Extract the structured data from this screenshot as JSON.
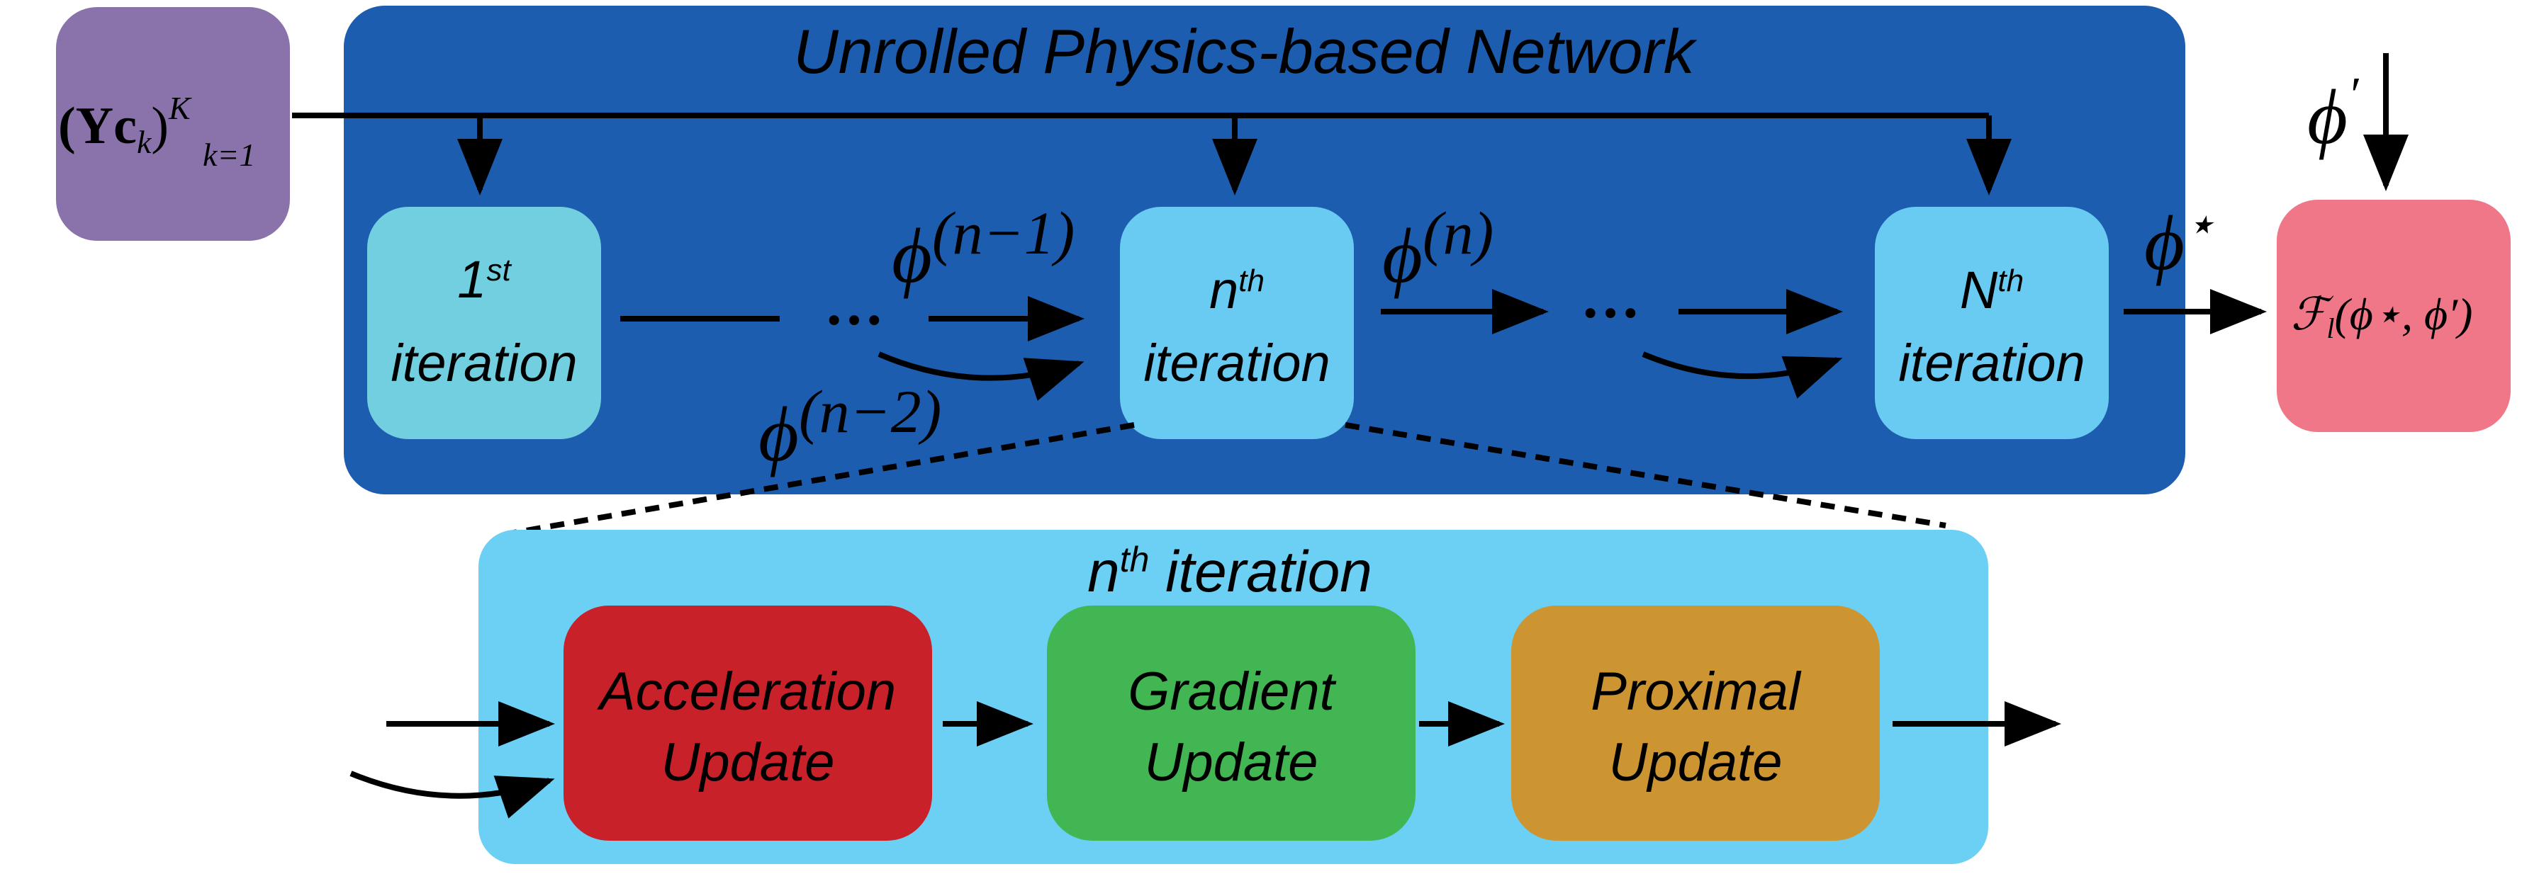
{
  "diagram": {
    "title": "Unrolled Physics-based Network",
    "input": {
      "main": "(Yc",
      "sub": "k",
      "close": ")",
      "sup": "K",
      "lower": "k=1"
    },
    "iterations": [
      {
        "number": "1",
        "suffix": "st",
        "word": "iteration"
      },
      {
        "number": "n",
        "suffix": "th",
        "word": "iteration"
      },
      {
        "number": "N",
        "suffix": "th",
        "word": "iteration"
      }
    ],
    "ellipsis": "•••",
    "labels": {
      "phi_n_minus_1": {
        "base": "ϕ",
        "sup": "(n−1)"
      },
      "phi_n": {
        "base": "ϕ",
        "sup": "(n)"
      },
      "phi_n_minus_2": {
        "base": "ϕ",
        "sup": "(n−2)"
      },
      "phi_star": {
        "base": "ϕ",
        "sup": "⋆"
      },
      "phi_prime": {
        "base": "ϕ",
        "sup": "′"
      }
    },
    "loss": {
      "func": "ℱ",
      "sub": "l",
      "args": "(ϕ⋆, ϕ′)"
    },
    "detail": {
      "title_number": "n",
      "title_suffix": "th",
      "title_word": " iteration",
      "steps": [
        {
          "line1": "Acceleration",
          "line2": "Update"
        },
        {
          "line1": "Gradient",
          "line2": "Update"
        },
        {
          "line1": "Proximal",
          "line2": "Update"
        }
      ]
    },
    "colors": {
      "network_bg": "#1d5db0",
      "iter_first": "#72cfe0",
      "iter_other": "#69cbf2",
      "detail_bg": "#6ccff4",
      "input_box": "#8a73ab",
      "loss_box": "#ef7787",
      "acceleration": "#c82129",
      "gradient": "#43b654",
      "proximal": "#cd9532",
      "stroke": "#000000"
    }
  }
}
